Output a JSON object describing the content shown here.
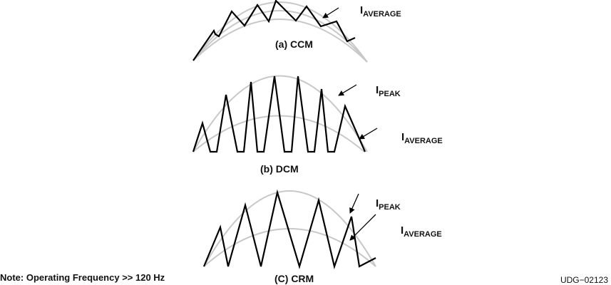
{
  "panels": [
    {
      "id": "ccm",
      "caption": "(a) CCM",
      "labels": [
        {
          "symbol": "I",
          "subscript": "AVERAGE"
        }
      ]
    },
    {
      "id": "dcm",
      "caption": "(b) DCM",
      "labels": [
        {
          "symbol": "I",
          "subscript": "PEAK"
        },
        {
          "symbol": "I",
          "subscript": "AVERAGE"
        }
      ]
    },
    {
      "id": "crm",
      "caption": "(C) CRM",
      "labels": [
        {
          "symbol": "I",
          "subscript": "PEAK"
        },
        {
          "symbol": "I",
          "subscript": "AVERAGE"
        }
      ]
    }
  ],
  "note": "Note: Operating Frequency >> 120 Hz",
  "figure_code": "UDG−02123",
  "colors": {
    "waveform": "#000000",
    "envelope": "#c8c8c8",
    "text": "#111111"
  }
}
